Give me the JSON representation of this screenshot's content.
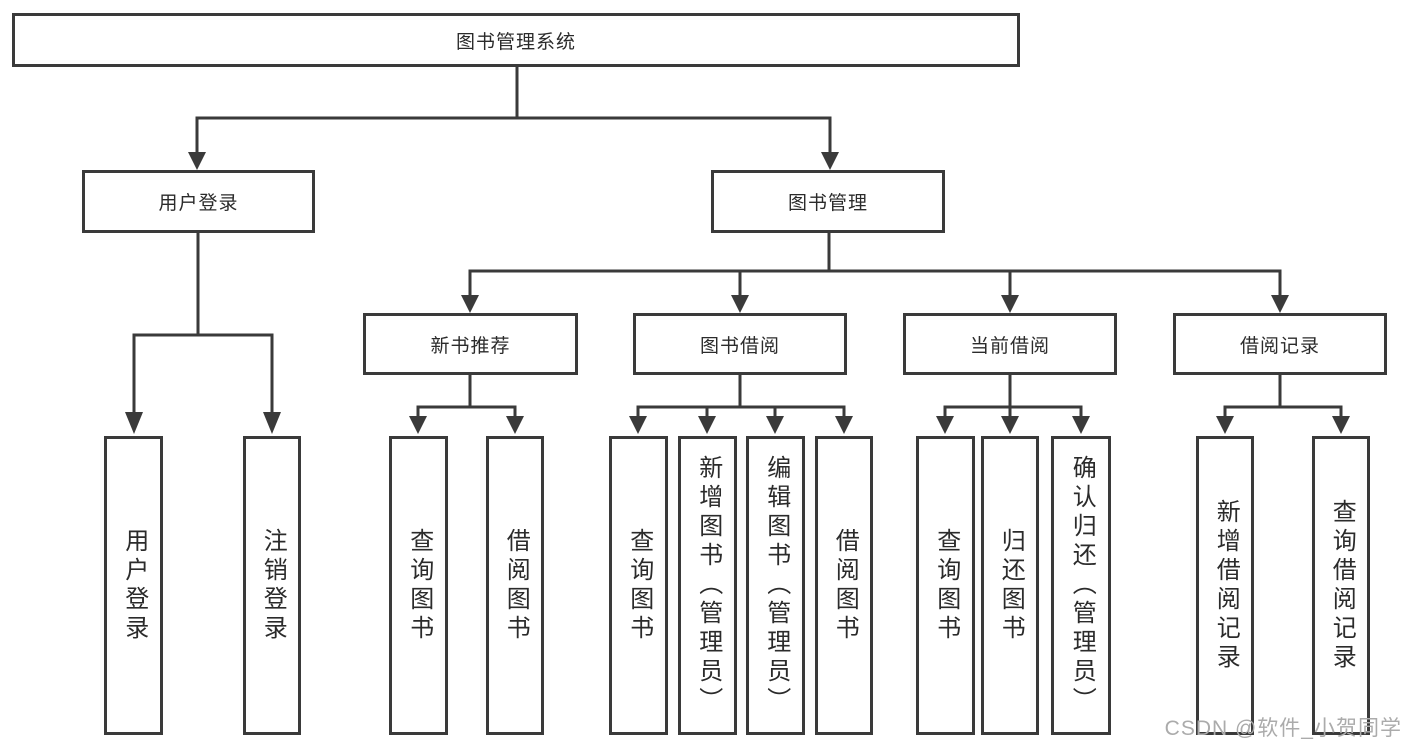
{
  "root": {
    "label": "图书管理系统"
  },
  "branches": [
    {
      "label": "用户登录",
      "children": [
        {
          "label": "用户登录"
        },
        {
          "label": "注销登录"
        }
      ]
    },
    {
      "label": "图书管理",
      "children": [
        {
          "label": "新书推荐",
          "children": [
            {
              "label": "查询图书"
            },
            {
              "label": "借阅图书"
            }
          ]
        },
        {
          "label": "图书借阅",
          "children": [
            {
              "label": "查询图书"
            },
            {
              "label": "新增图书（管理员）"
            },
            {
              "label": "编辑图书（管理员）"
            },
            {
              "label": "借阅图书"
            }
          ]
        },
        {
          "label": "当前借阅",
          "children": [
            {
              "label": "查询图书"
            },
            {
              "label": "归还图书"
            },
            {
              "label": "确认归还（管理员）"
            }
          ]
        },
        {
          "label": "借阅记录",
          "children": [
            {
              "label": "新增借阅记录"
            },
            {
              "label": "查询借阅记录"
            }
          ]
        }
      ]
    }
  ],
  "watermark": {
    "text": "CSDN @软件_小贺同学"
  },
  "colors": {
    "line": "#3a3a3a",
    "text": "#2b2b2b",
    "watermark": "#ababab",
    "background": "#ffffff"
  }
}
